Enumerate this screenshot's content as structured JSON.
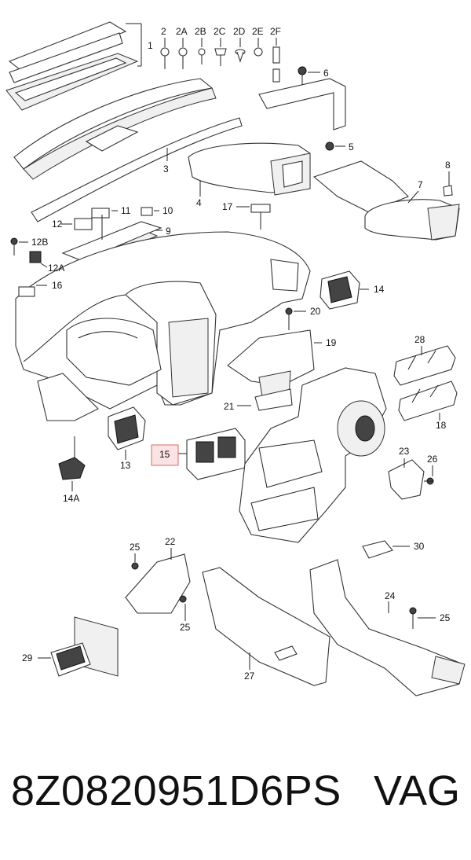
{
  "labels": {
    "l1": "1",
    "l2": "2",
    "l2a": "2A",
    "l2b": "2B",
    "l2c": "2C",
    "l2d": "2D",
    "l2e": "2E",
    "l2f": "2F",
    "l3": "3",
    "l4": "4",
    "l5": "5",
    "l6": "6",
    "l7": "7",
    "l8": "8",
    "l9": "9",
    "l10": "10",
    "l11": "11",
    "l12": "12",
    "l12a": "12A",
    "l12b": "12B",
    "l13": "13",
    "l14": "14",
    "l14a": "14A",
    "l15": "15",
    "l16": "16",
    "l17": "17",
    "l18": "18",
    "l19": "19",
    "l20": "20",
    "l21": "21",
    "l22": "22",
    "l23": "23",
    "l24": "24",
    "l25a": "25",
    "l25b": "25",
    "l25c": "25",
    "l26": "26",
    "l27": "27",
    "l28": "28",
    "l29": "29",
    "l30": "30"
  },
  "footer": {
    "part_number": "8Z0820951D6PS",
    "brand": "VAG"
  },
  "colors": {
    "highlight": "#fbe3e3",
    "highlight_border": "#d96a6a"
  }
}
